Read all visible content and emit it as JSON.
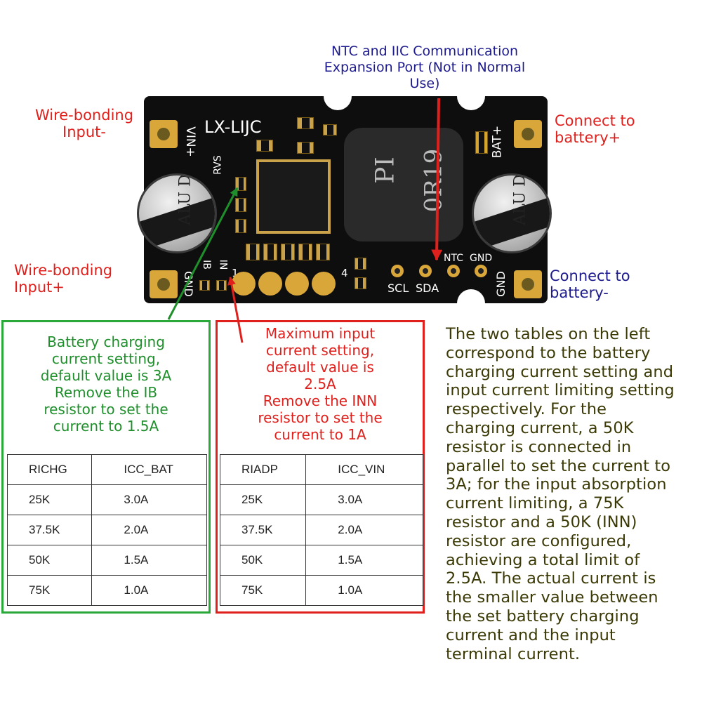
{
  "labels": {
    "top_port": "NTC and IIC Communication Expansion Port (Not in Normal Use)",
    "vin_minus": "Wire-bonding Input-",
    "vin_plus": "Wire-bonding Input+",
    "bat_plus": "Connect to battery+",
    "bat_minus": "Connect to battery-",
    "green_box": [
      "Battery charging",
      "current setting,",
      "default value is 3A",
      "Remove the IB",
      "resistor to set the",
      "current to 1.5A"
    ],
    "red_box": [
      "Maximum input",
      "current setting,",
      "default value is",
      "2.5A",
      "Remove the INN",
      "resistor to set the",
      "current to 1A"
    ],
    "description": [
      "The two tables on the left",
      "correspond to the battery",
      "charging current setting and",
      "input current limiting setting",
      "respectively. For the",
      "charging current, a 50K",
      "resistor is connected in",
      "parallel to set the current to",
      "3A; for the input absorption",
      "current limiting, a 75K",
      "resistor and a 50K (INN)",
      "resistor are configured,",
      "achieving a total limit of",
      "2.5A. The actual current is",
      "the smaller value between",
      "the set battery charging",
      "current and the input",
      "terminal current."
    ]
  },
  "board": {
    "model": "LX-LIJC",
    "inductor_line1": "PI",
    "inductor_line2": "0R19",
    "cap_text": "ALU D",
    "silk": {
      "vin_plus": "VIN+",
      "bat_plus": "BAT+",
      "rvs": "RVS",
      "gnd_left": "GND",
      "ib": "IB",
      "in": "IN",
      "pin1": "1",
      "pin4": "4",
      "scl": "SCL",
      "sda": "SDA",
      "ntc": "NTC",
      "gnd_ntc": "GND",
      "gnd_right": "GND"
    }
  },
  "table_charge": {
    "headers": [
      "RICHG",
      "ICC_BAT"
    ],
    "rows": [
      [
        "25K",
        "3.0A"
      ],
      [
        "37.5K",
        "2.0A"
      ],
      [
        "50K",
        "1.5A"
      ],
      [
        "75K",
        "1.0A"
      ]
    ]
  },
  "table_input": {
    "headers": [
      "RIADP",
      "ICC_VIN"
    ],
    "rows": [
      [
        "25K",
        "3.0A"
      ],
      [
        "37.5K",
        "2.0A"
      ],
      [
        "50K",
        "1.5A"
      ],
      [
        "75K",
        "1.0A"
      ]
    ]
  },
  "colors": {
    "red": "#e0201c",
    "blue": "#1c1a8c",
    "green": "#1f8f2c",
    "olive": "#3b3a06",
    "pcb": "#0e0e0e",
    "gold": "#d9a63a"
  }
}
